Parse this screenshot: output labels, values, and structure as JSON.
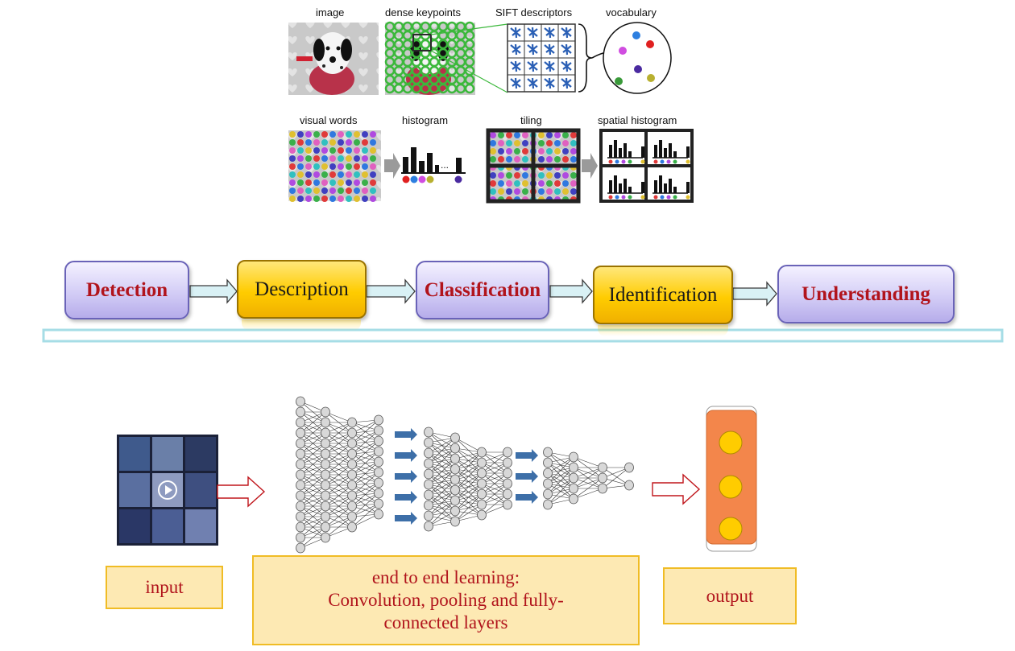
{
  "top_panel": {
    "row1_captions": [
      "image",
      "dense keypoints",
      "SIFT descriptors",
      "vocabulary"
    ],
    "row2_captions": [
      "visual words",
      "histogram",
      "tiling",
      "spatial histogram"
    ],
    "histogram_ellipsis": "...",
    "vocabulary_dot_colors": [
      "#2d7fe0",
      "#e02020",
      "#d04de0",
      "#4a2aa0",
      "#3a9a3a",
      "#b8b030"
    ],
    "visual_word_colors": [
      "#e03a3a",
      "#2f78e0",
      "#b04ae0",
      "#3ab04a",
      "#e0c030",
      "#4040c0",
      "#e060c0",
      "#30c0c0"
    ]
  },
  "pipeline": {
    "steps": [
      {
        "label": "Detection",
        "style": "blue"
      },
      {
        "label": "Description",
        "style": "yellow"
      },
      {
        "label": "Classification",
        "style": "blue"
      },
      {
        "label": "Identification",
        "style": "yellow"
      },
      {
        "label": "Understanding",
        "style": "blue"
      }
    ]
  },
  "deep": {
    "input_label": "input",
    "middle_label_line1": "end to end learning:",
    "middle_label_line2": "Convolution, pooling and fully-",
    "middle_label_line3": "connected layers",
    "output_label": "output"
  },
  "colors": {
    "pipeline_red_text": "#b1141c",
    "label_box_fill": "#fde9b3",
    "label_box_border": "#f0bc25",
    "output_column": "#f3864b",
    "output_node": "#ffcc00",
    "flow_arrow_outline": "#c0161c",
    "layer_arrow": "#3d6fa8",
    "divider": "#a6dde6"
  }
}
